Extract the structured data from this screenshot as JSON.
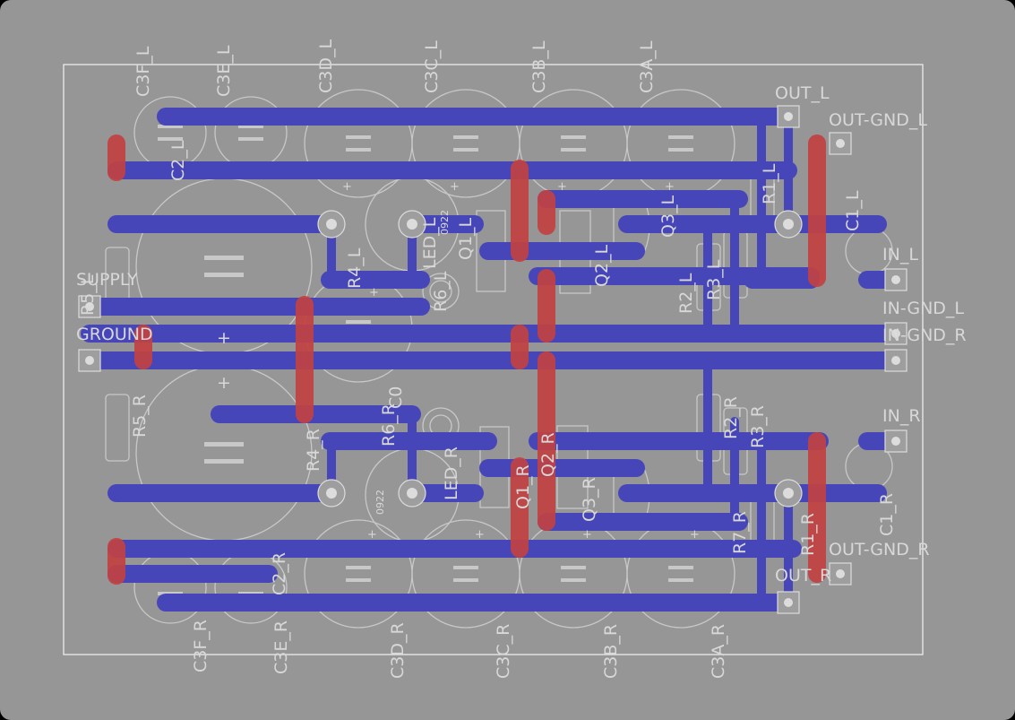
{
  "board": {
    "colors": {
      "background": "#969696",
      "outline": "#ececec",
      "silkscreen": "#c8c8c8",
      "label_text": "#d8d8d8",
      "pad_fill": "#9e9e9e",
      "pad_ring": "#dcdcdc",
      "bottom_copper": "#4646b9",
      "top_copper": "#c24242"
    },
    "capacitor_labels_top": [
      "C3F_L",
      "C3E_L",
      "C3D_L",
      "C3C_L",
      "C3B_L",
      "C3A_L"
    ],
    "capacitor_labels_bottom": [
      "C3F_R",
      "C3E_R",
      "C3D_R",
      "C3C_R",
      "C3B_R",
      "C3A_R"
    ],
    "connector_labels": {
      "out_l": "OUT_L",
      "out_gnd_l": "OUT-GND_L",
      "in_l": "IN_L",
      "in_gnd_l": "IN-GND_L",
      "in_gnd_r": "IN-GND_R",
      "in_r": "IN_R",
      "out_gnd_r": "OUT-GND_R",
      "out_r": "OUT_R",
      "supply": "SUPPLY",
      "ground": "GROUND"
    },
    "component_labels": {
      "c2_l": "C2_L",
      "c2_r": "C2_R",
      "c0": "C0",
      "c1_l": "C1_L",
      "c1_r": "C1_R",
      "r1_l": "R1_L",
      "r1_r": "R1_R",
      "r2_l": "R2_L",
      "r2_r": "R2_R",
      "r3_l": "R3_L",
      "r3_r": "R3_R",
      "r4_l": "R4_L",
      "r4_r": "R4_R",
      "r5_l": "R5_L",
      "r5_r": "R5_R",
      "r6_l": "R6_L",
      "r6_r": "R6_R",
      "r7_r": "R7_R",
      "q1_l": "Q1_L",
      "q1_r": "Q1_R",
      "q2_l": "Q2_L",
      "q2_r": "Q2_R",
      "q3_l": "Q3_L",
      "q3_r": "Q3_R",
      "led_l": "LED_L",
      "led_r": "LED_R",
      "part_code": "0922"
    },
    "polarity_mark": "+"
  }
}
